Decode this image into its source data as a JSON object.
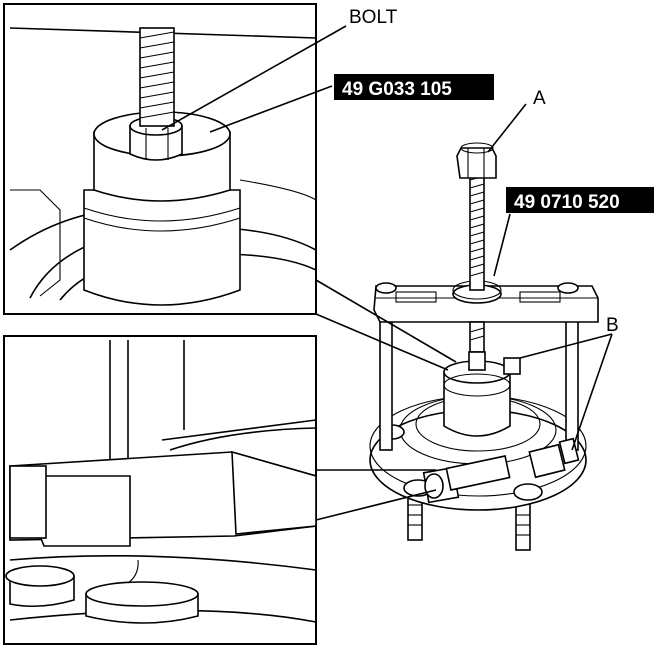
{
  "labels": {
    "bolt": "BOLT",
    "tool_1": "49 G033 105",
    "a": "A",
    "tool_2": "49 0710 520",
    "b": "B"
  },
  "colors": {
    "line": "#000000",
    "background": "#ffffff",
    "label_box": "#000000",
    "label_box_text": "#ffffff"
  }
}
